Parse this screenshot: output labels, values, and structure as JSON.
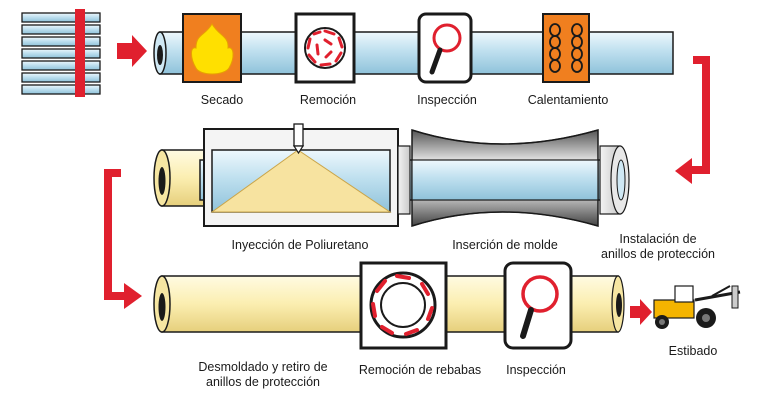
{
  "colors": {
    "arrow": "#e0202e",
    "pipe_blue": "#bfe0ef",
    "pipe_yellow": "#fbeeb0",
    "foam": "#f7e3a0",
    "heater": "#f07f1f",
    "flame_bg": "#f07f1f",
    "flame": "#ffe000",
    "outline": "#1a1a1a"
  },
  "labels": {
    "secado": "Secado",
    "remocion": "Remoción",
    "inspeccion1": "Inspección",
    "calentamiento": "Calentamiento",
    "inyeccion": "Inyección de Poliuretano",
    "insercion": "Inserción de molde",
    "instalacion_1": "Instalación de",
    "instalacion_2": "anillos de protección",
    "desmoldado_1": "Desmoldado y retiro de",
    "desmoldado_2": "anillos de protección",
    "rebabas": "Remoción de rebabas",
    "inspeccion2": "Inspección",
    "estibado": "Estibado"
  },
  "icons": {
    "stack": "pipe-stack-icon",
    "flame": "flame-icon",
    "brush": "rotary-brush-icon",
    "magnifier": "magnifier-icon",
    "heater": "heating-coil-icon",
    "forklift": "forklift-icon"
  }
}
